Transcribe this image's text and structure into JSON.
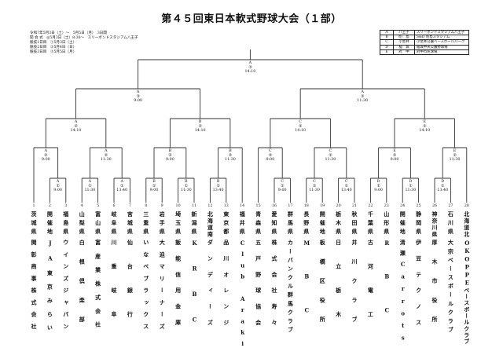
{
  "title": "第４５回東日本軟式野球大会（１部）",
  "info": [
    "令和7年5月3日（土）～　5月5日（月）　3日間",
    "開 会 式　◎5月3日（土）8:30～　スリーボンドスタジアム八王子",
    "競技1日目　①5月3日（土）",
    "競技2日目　②5月4日（日）",
    "競技3日目　③5月5日（月）"
  ],
  "venues": [
    {
      "letter": "A",
      "town": "八王子",
      "venue": "スリーボンドスタジアム八王子"
    },
    {
      "letter": "B",
      "town": "昭　島",
      "venue": "S&D 昭島スタジアム"
    },
    {
      "letter": "C",
      "town": "小金井",
      "venue": "小金井公園ベースボールパーク"
    },
    {
      "letter": "D",
      "town": "稲　城",
      "venue": "稲城中央公園野球場"
    },
    {
      "letter": "E",
      "town": "府　中",
      "venue": "府中市民球場"
    }
  ],
  "matches": {
    "r1": [
      {
        "venue": "A",
        "day": "①",
        "time": "9:00"
      },
      {
        "venue": "A",
        "day": "①",
        "time": "11:30"
      },
      {
        "venue": "A",
        "day": "①",
        "time": "13:40"
      },
      {
        "venue": "B",
        "day": "①",
        "time": "9:00"
      },
      {
        "venue": "B",
        "day": "①",
        "time": "11:30"
      },
      {
        "venue": "B",
        "day": "①",
        "time": "13:40"
      },
      {
        "venue": "C",
        "day": "①",
        "time": "9:00"
      },
      {
        "venue": "C",
        "day": "①",
        "time": "11:30"
      },
      {
        "venue": "C",
        "day": "①",
        "time": "13:40"
      },
      {
        "venue": "D",
        "day": "①",
        "time": "9:00"
      },
      {
        "venue": "D",
        "day": "①",
        "time": "11:30"
      },
      {
        "venue": "D",
        "day": "①",
        "time": "13:40"
      }
    ],
    "r2": [
      {
        "venue": "A",
        "day": "②",
        "time": "9:00"
      },
      {
        "venue": "A",
        "day": "②",
        "time": "11:30"
      },
      {
        "venue": "B",
        "day": "②",
        "time": "9:00"
      },
      {
        "venue": "B",
        "day": "②",
        "time": "11:30"
      },
      {
        "venue": "C",
        "day": "②",
        "time": "9:00"
      },
      {
        "venue": "C",
        "day": "②",
        "time": "11:30"
      },
      {
        "venue": "E",
        "day": "②",
        "time": "9:00"
      },
      {
        "venue": "E",
        "day": "②",
        "time": "11:30"
      }
    ],
    "qf": [
      {
        "venue": "A",
        "day": "②",
        "time": "14:10"
      },
      {
        "venue": "B",
        "day": "②",
        "time": "14:10"
      },
      {
        "venue": "C",
        "day": "②",
        "time": "14:10"
      },
      {
        "venue": "E",
        "day": "②",
        "time": "14:10"
      }
    ],
    "sf": [
      {
        "venue": "A",
        "day": "③",
        "time": "9:00"
      },
      {
        "venue": "A",
        "day": "③",
        "time": "11:30"
      }
    ],
    "final": [
      {
        "venue": "A",
        "day": "③",
        "time": "14:10"
      }
    ]
  },
  "teams": [
    {
      "no": "1",
      "pref": "茨城県",
      "name": "関彰商事株式会社"
    },
    {
      "no": "2",
      "pref": "開催地",
      "name": "JA東京みらい"
    },
    {
      "no": "3",
      "pref": "福島県",
      "name": "ウインズジャパン"
    },
    {
      "no": "4",
      "pref": "山梨県",
      "name": "白根倶楽部"
    },
    {
      "no": "5",
      "pref": "富山県",
      "name": "富産業株式会社"
    },
    {
      "no": "6",
      "pref": "岐阜県",
      "name": "川重岐阜"
    },
    {
      "no": "7",
      "pref": "宮城県",
      "name": "仙台銀行"
    },
    {
      "no": "8",
      "pref": "三重県",
      "name": "いなべブラックス"
    },
    {
      "no": "9",
      "pref": "岩手県",
      "name": "大迫マリーナーズ"
    },
    {
      "no": "10",
      "pref": "埼玉県",
      "name": "飯能信用金庫"
    },
    {
      "no": "11",
      "pref": "新潟県",
      "name": "KRBC"
    },
    {
      "no": "12",
      "pref": "北海道南",
      "name": "ダンディーズ"
    },
    {
      "no": "13",
      "pref": "東京都",
      "name": "品川オレンジ"
    },
    {
      "no": "14",
      "pref": "福井県",
      "name": "Club Araki"
    },
    {
      "no": "15",
      "pref": "青森県",
      "name": "五戸野球協会"
    },
    {
      "no": "16",
      "pref": "愛知県",
      "name": "株式会社寿々"
    },
    {
      "no": "17",
      "pref": "群馬県",
      "name": "カーバンクル群馬クラブ"
    },
    {
      "no": "18",
      "pref": "長野県",
      "name": "MBC"
    },
    {
      "no": "19",
      "pref": "開催地",
      "name": "板橋区役所"
    },
    {
      "no": "20",
      "pref": "栃木県",
      "name": "日立栃木"
    },
    {
      "no": "21",
      "pref": "秋田県",
      "name": "井川クラブ"
    },
    {
      "no": "22",
      "pref": "千葉県",
      "name": "古河電工"
    },
    {
      "no": "23",
      "pref": "山形県",
      "name": "RBC"
    },
    {
      "no": "24",
      "pref": "開催地",
      "name": "清瀬Carrots"
    },
    {
      "no": "25",
      "pref": "静岡県",
      "name": "伊豆テクノス"
    },
    {
      "no": "26",
      "pref": "神奈川県",
      "name": "厚木市役所"
    },
    {
      "no": "27",
      "pref": "石川県",
      "name": "大宗ベースボールクラブ"
    },
    {
      "no": "28",
      "pref": "北海道北",
      "name": "OKOPPEベースボールクラブ"
    }
  ]
}
